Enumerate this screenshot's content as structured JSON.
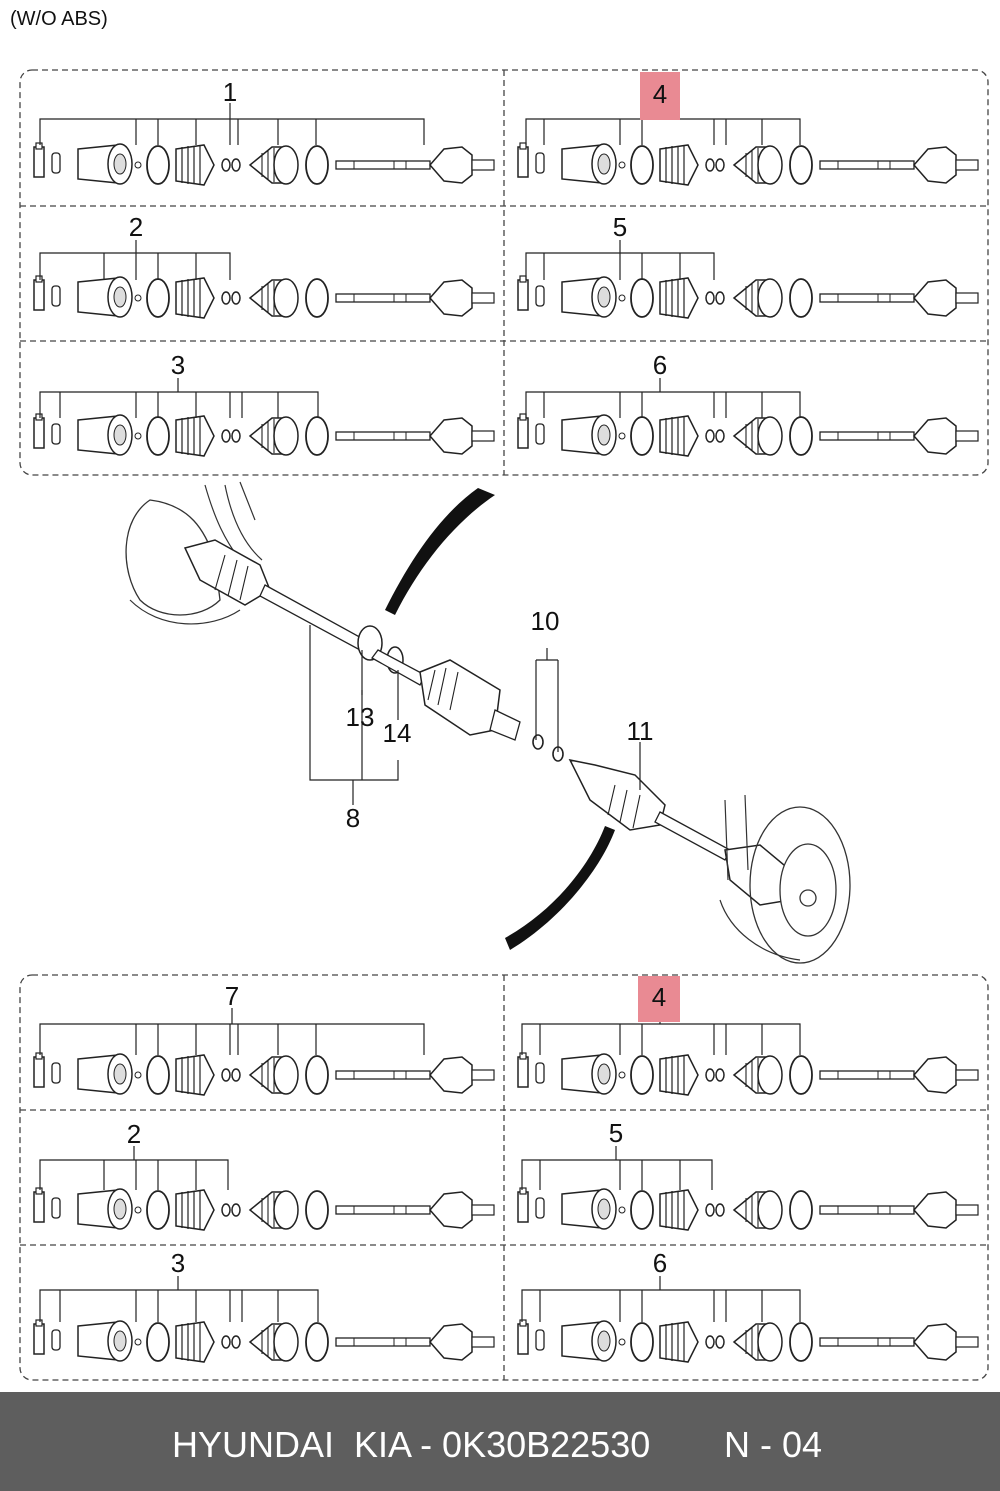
{
  "variant_label": "(W/O ABS)",
  "top_panel": {
    "left_callouts": [
      "1",
      "2",
      "3"
    ],
    "right_callouts": [
      "4",
      "5",
      "6"
    ]
  },
  "bottom_panel": {
    "left_callouts": [
      "7",
      "2",
      "3"
    ],
    "right_callouts": [
      "4",
      "5",
      "6"
    ]
  },
  "main_callouts": {
    "c8": "8",
    "c10": "10",
    "c11": "11",
    "c13": "13",
    "c14": "14"
  },
  "highlight_color": "#e98a93",
  "footer": {
    "brand": "HYUNDAI  KIA - 0K30B22530",
    "page": "N - 04"
  }
}
